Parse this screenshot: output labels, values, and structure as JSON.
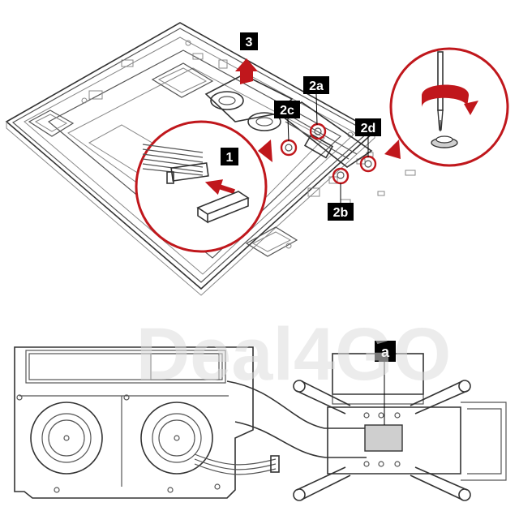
{
  "callouts": {
    "step1": "1",
    "step2a": "2a",
    "step2b": "2b",
    "step2c": "2c",
    "step2d": "2d",
    "step3": "3",
    "detail_a": "a"
  },
  "watermark": "Deal4GO",
  "colors": {
    "accent_red": "#c0171c",
    "label_bg": "#000000",
    "label_text": "#ffffff",
    "line": "#555555",
    "thermal_pad": "#cfcfcf"
  },
  "icons": {
    "screwdriver": "screwdriver-icon",
    "rotation_arrow": "counterclockwise-arrow-icon",
    "lift_arrow": "up-arrow-icon",
    "insert_arrow": "left-arrow-icon"
  }
}
